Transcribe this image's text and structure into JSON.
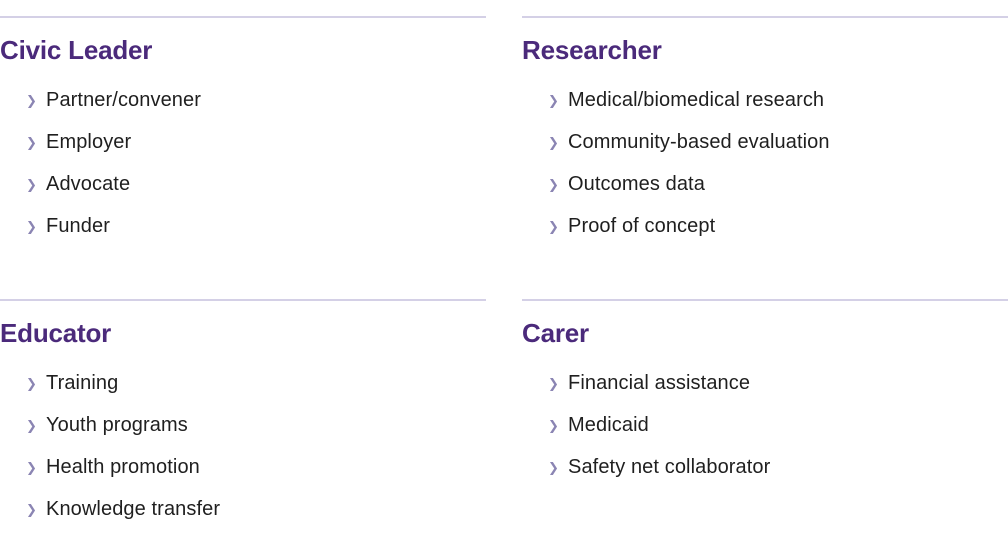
{
  "sections": [
    {
      "title": "Civic Leader",
      "items": [
        "Partner/convener",
        "Employer",
        "Advocate",
        "Funder"
      ]
    },
    {
      "title": "Researcher",
      "items": [
        "Medical/biomedical research",
        "Community-based evaluation",
        "Outcomes data",
        "Proof of concept"
      ]
    },
    {
      "title": "Educator",
      "items": [
        "Training",
        "Youth programs",
        "Health promotion",
        "Knowledge transfer"
      ]
    },
    {
      "title": "Carer",
      "items": [
        "Financial assistance",
        "Medicaid",
        "Safety net collaborator"
      ]
    }
  ],
  "icons": {
    "bullet": "chevron-right-icon"
  },
  "colors": {
    "heading": "#4b2a7b",
    "rule": "#d4d0e6",
    "bullet": "#8b85b3",
    "text": "#1f1f1f"
  }
}
